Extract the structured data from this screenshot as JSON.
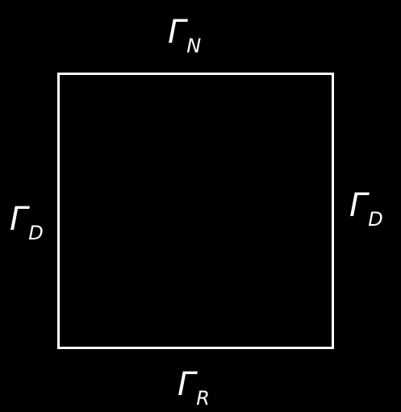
{
  "diagram": {
    "domain_color": "#ffffff",
    "background_color": "#000000",
    "boundaries": {
      "top": {
        "symbol": "Γ",
        "subscript": "N"
      },
      "left": {
        "symbol": "Γ",
        "subscript": "D"
      },
      "right": {
        "symbol": "Γ",
        "subscript": "D"
      },
      "bottom": {
        "symbol": "Γ",
        "subscript": "R"
      }
    }
  }
}
